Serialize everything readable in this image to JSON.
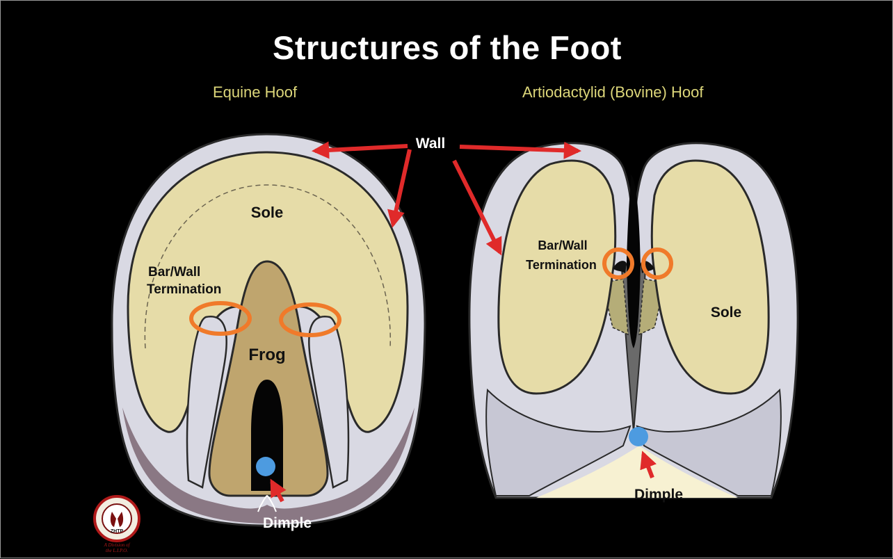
{
  "title": "Structures of the Foot",
  "equine": {
    "heading": "Equine Hoof",
    "labels": {
      "sole": "Sole",
      "bar_wall_1": "Bar/Wall",
      "bar_wall_2": "Termination",
      "frog": "Frog",
      "dimple": "Dimple"
    }
  },
  "bovine": {
    "heading": "Artiodactylid (Bovine) Hoof",
    "labels": {
      "sole": "Sole",
      "bar_wall_1": "Bar/Wall",
      "bar_wall_2": "Termination",
      "dimple": "Dimple"
    }
  },
  "shared": {
    "wall": "Wall"
  },
  "logo": {
    "center": "ZHTP",
    "caption_1": "A Division of",
    "caption_2": "the L.I.P.O."
  },
  "colors": {
    "background": "#000000",
    "wall": "#d9d9e3",
    "sole": "#e6dca8",
    "frog": "#bfa56e",
    "heel": "#8a7884",
    "arrow": "#e02a2a",
    "circle": "#f07a2a",
    "dimple_dot": "#4d9be0",
    "heading": "#ddd77a"
  }
}
